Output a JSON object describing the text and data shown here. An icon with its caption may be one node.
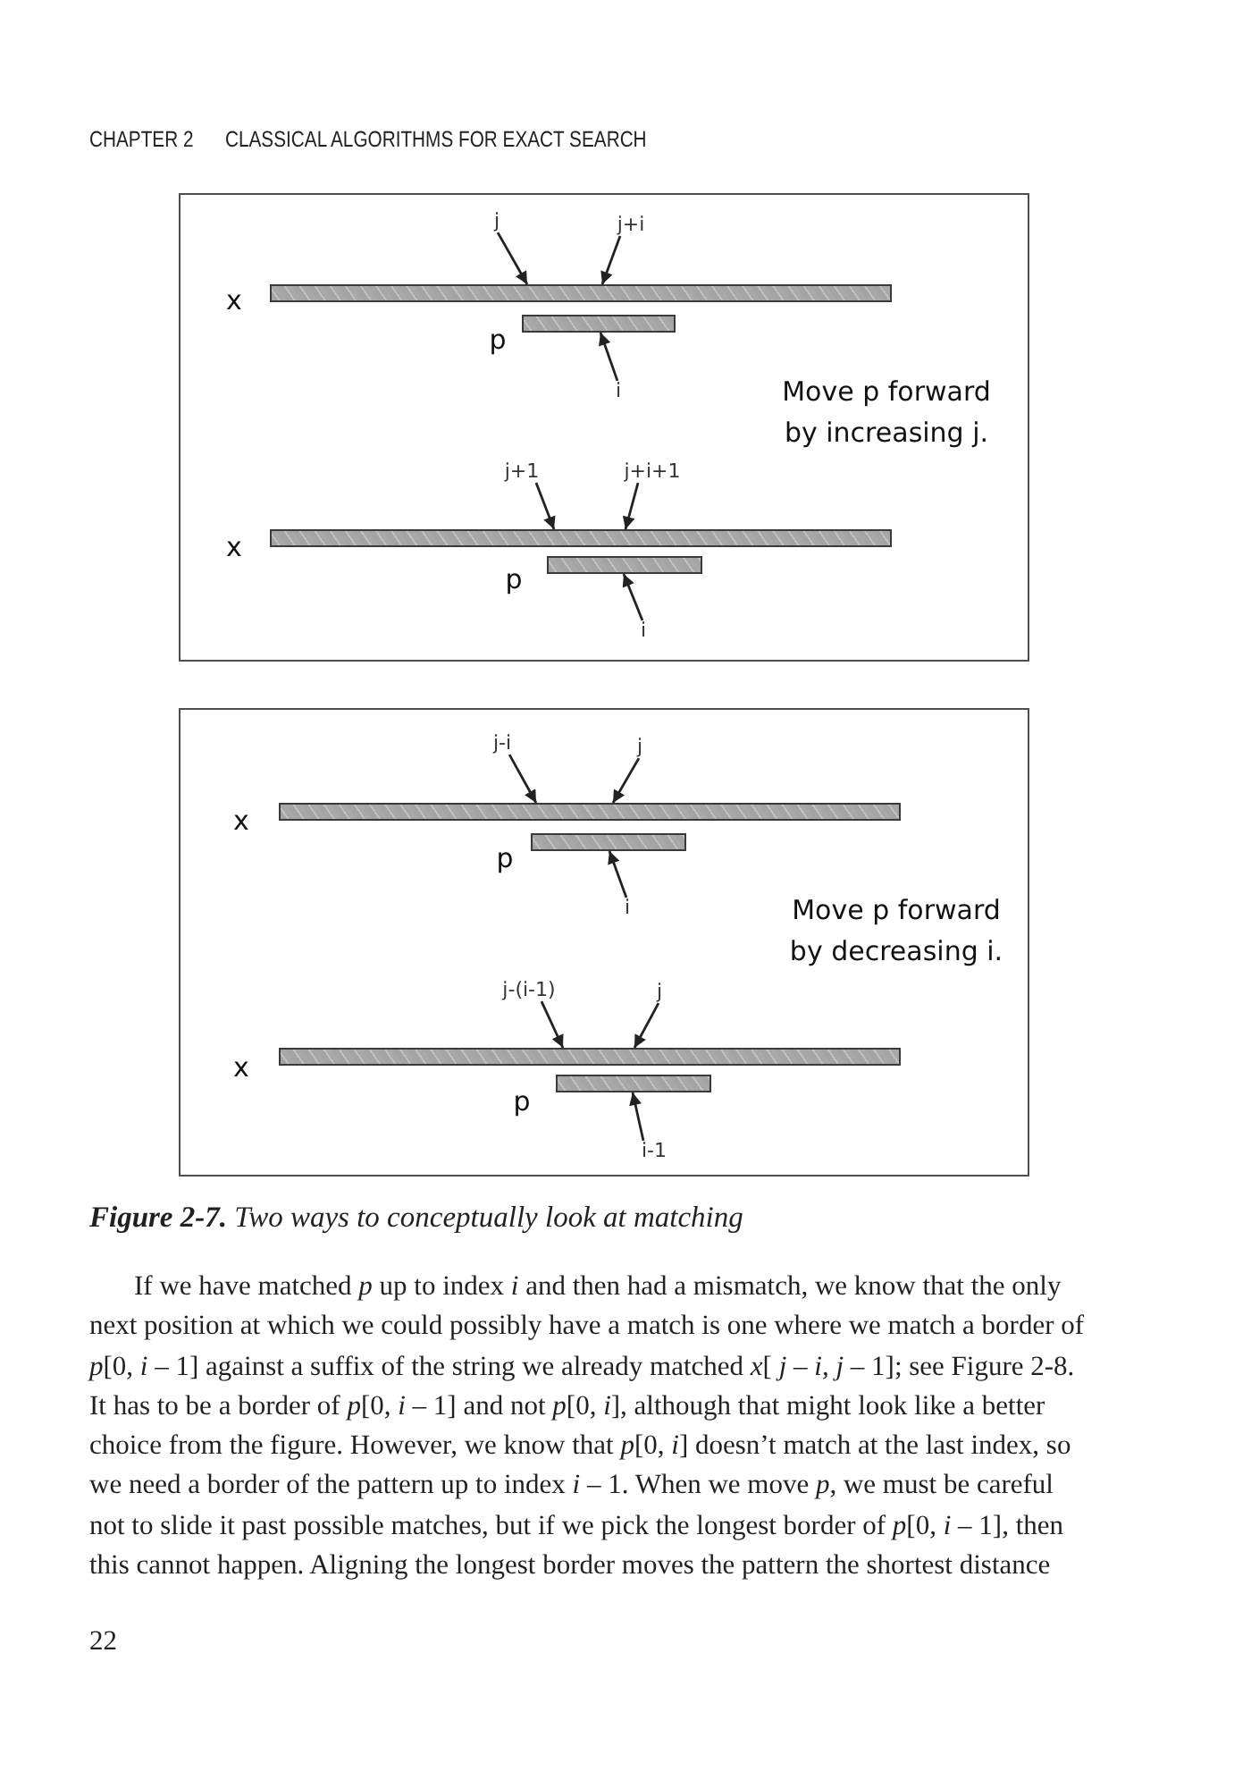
{
  "diagram": {
    "caption": "**Figure 2-7.** Two ways to conceptually look at matching",
    "nodes": [
      {
        "text": [
          "Move p forward by increasing j."
        ]
      },
      {
        "text": [
          "j"
        ],
        "in": 0
      },
      {
        "text": [
          "j+i"
        ],
        "in": 0
      },
      {
        "text": [],
        "shape": "bar",
        "beside": [
          "x"
        ],
        "in": 0
      },
      {
        "text": [],
        "shape": "bar",
        "beside": [
          "p"
        ],
        "in": 0
      },
      {
        "text": [
          "i"
        ],
        "in": 0
      },
      {
        "text": [
          "j+1"
        ],
        "in": 0
      },
      {
        "text": [
          "j+i+1"
        ],
        "in": 0
      },
      {
        "text": [],
        "shape": "bar",
        "beside": [
          "x"
        ],
        "in": 0
      },
      {
        "text": [],
        "shape": "bar",
        "beside": [
          "p"
        ],
        "in": 0
      },
      {
        "text": [
          "i"
        ],
        "in": 0
      },
      {
        "text": [
          "Move p forward by decreasing i."
        ]
      },
      {
        "text": [
          "j-i"
        ],
        "in": 11
      },
      {
        "text": [
          "j"
        ],
        "in": 11
      },
      {
        "text": [],
        "shape": "bar",
        "beside": [
          "x"
        ],
        "in": 11
      },
      {
        "text": [],
        "shape": "bar",
        "beside": [
          "p"
        ],
        "in": 11
      },
      {
        "text": [
          "i"
        ],
        "in": 11
      },
      {
        "text": [
          "j-(i-1)"
        ],
        "in": 11
      },
      {
        "text": [
          "j"
        ],
        "in": 11
      },
      {
        "text": [],
        "shape": "bar",
        "beside": [
          "x"
        ],
        "in": 11
      },
      {
        "text": [],
        "shape": "bar",
        "beside": [
          "p"
        ],
        "in": 11
      },
      {
        "text": [
          "i-1"
        ],
        "in": 11
      }
    ],
    "edges": [
      {
        "from": 1,
        "to": 3,
        "arrow": "to"
      },
      {
        "from": 2,
        "to": 3,
        "arrow": "to"
      },
      {
        "from": 5,
        "to": 4,
        "arrow": "to"
      },
      {
        "from": 6,
        "to": 8,
        "arrow": "to"
      },
      {
        "from": 7,
        "to": 8,
        "arrow": "to"
      },
      {
        "from": 10,
        "to": 9,
        "arrow": "to"
      },
      {
        "from": 12,
        "to": 14,
        "arrow": "to"
      },
      {
        "from": 13,
        "to": 14,
        "arrow": "to"
      },
      {
        "from": 16,
        "to": 15,
        "arrow": "to"
      },
      {
        "from": 17,
        "to": 19,
        "arrow": "to"
      },
      {
        "from": 18,
        "to": 19,
        "arrow": "to"
      },
      {
        "from": 21,
        "to": 20,
        "arrow": "to"
      }
    ],
    "labels": [
      "CHAPTER 2",
      "CLASSICAL ALGORITHMS FOR EXACT SEARCH",
      "If we have matched *p* up to index *i* and then had a mismatch, we know that the only next position at which we could possibly have a match is one where we match a border of *p*[0, *i* – 1] against a suffix of the string we already matched *x*[ *j* – *i*, *j* – 1]; see Figure 2-8. It has to be a border of *p*[0, *i* – 1] and not *p*[0, *i*], although that might look like a better choice from the figure. However, we know that *p*[0, *i*] doesn’t match at the last index, so we need a border of the pattern up to index *i* – 1. When we move *p*, we must be careful not to slide it past possible matches, but if we pick the longest border of *p*[0, *i* – 1], then this cannot happen. Aligning the longest border moves the pattern the shortest distance",
      "22"
    ]
  }
}
